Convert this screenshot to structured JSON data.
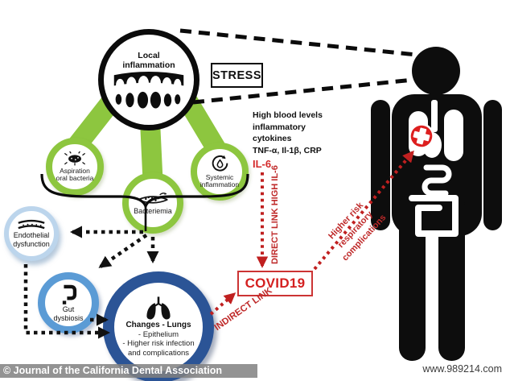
{
  "local_circle": {
    "label": "Local inflammation"
  },
  "stress_box": {
    "label": "STRESS"
  },
  "green_circles": [
    {
      "label": "Aspiration oral bacteria"
    },
    {
      "label": "Bacteriemia"
    },
    {
      "label": "Systemic inflammation"
    }
  ],
  "cytokines": {
    "lines": [
      "High blood levels",
      "inflammatory",
      "cytokines",
      "TNF-α, Il-1β, CRP"
    ],
    "il6": "IL-6"
  },
  "links": {
    "direct": "DIRECT LINK HIGH IL-6",
    "indirect": "INDIRECT LINK",
    "risk_lines": [
      "Higher risk",
      "respiratory",
      "complications"
    ]
  },
  "covid_box": {
    "label": "COVID19"
  },
  "endothelial": {
    "label": "Endothelial dysfunction"
  },
  "gut": {
    "label": "Gut dysbiosis"
  },
  "lungs_circle": {
    "title": "Changes -  Lungs",
    "items": [
      "-  Epithelium",
      "-  Higher risk infection",
      "and complications"
    ]
  },
  "footer": {
    "credit": "© Journal of the California Dental Association",
    "watermark": "www.989214.com"
  },
  "colors": {
    "green": "#8dc63f",
    "light_blue": "#bcd5ec",
    "mid_blue": "#5b9bd5",
    "navy": "#2b5496",
    "red": "#c02020",
    "black": "#111111"
  }
}
